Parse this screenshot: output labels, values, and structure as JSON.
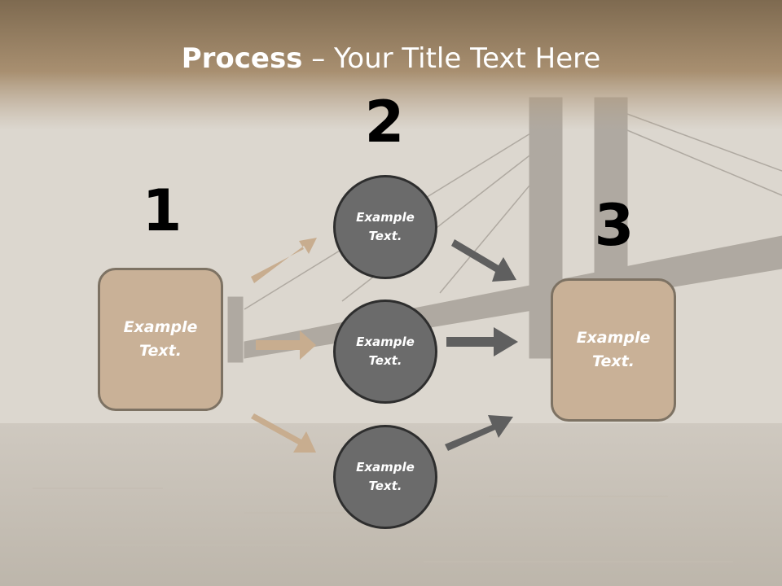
{
  "title": {
    "bold": "Process",
    "rest": " – Your Title Text Here"
  },
  "steps": [
    {
      "number": "1"
    },
    {
      "number": "2"
    },
    {
      "number": "3"
    }
  ],
  "left_box": {
    "line1": "Example",
    "line2": "Text."
  },
  "right_box": {
    "line1": "Example",
    "line2": "Text."
  },
  "circles": [
    {
      "line1": "Example",
      "line2": "Text."
    },
    {
      "line1": "Example",
      "line2": "Text."
    },
    {
      "line1": "Example",
      "line2": "Text."
    }
  ],
  "colors": {
    "box_fill": "#c9b197",
    "box_border": "#7d7263",
    "circle_fill": "#6b6b6b",
    "circle_border": "#2e2e2e",
    "arrow_tan": "#c8ad8f",
    "arrow_gray": "#5f5f5f",
    "header_band": "#8a7459"
  }
}
